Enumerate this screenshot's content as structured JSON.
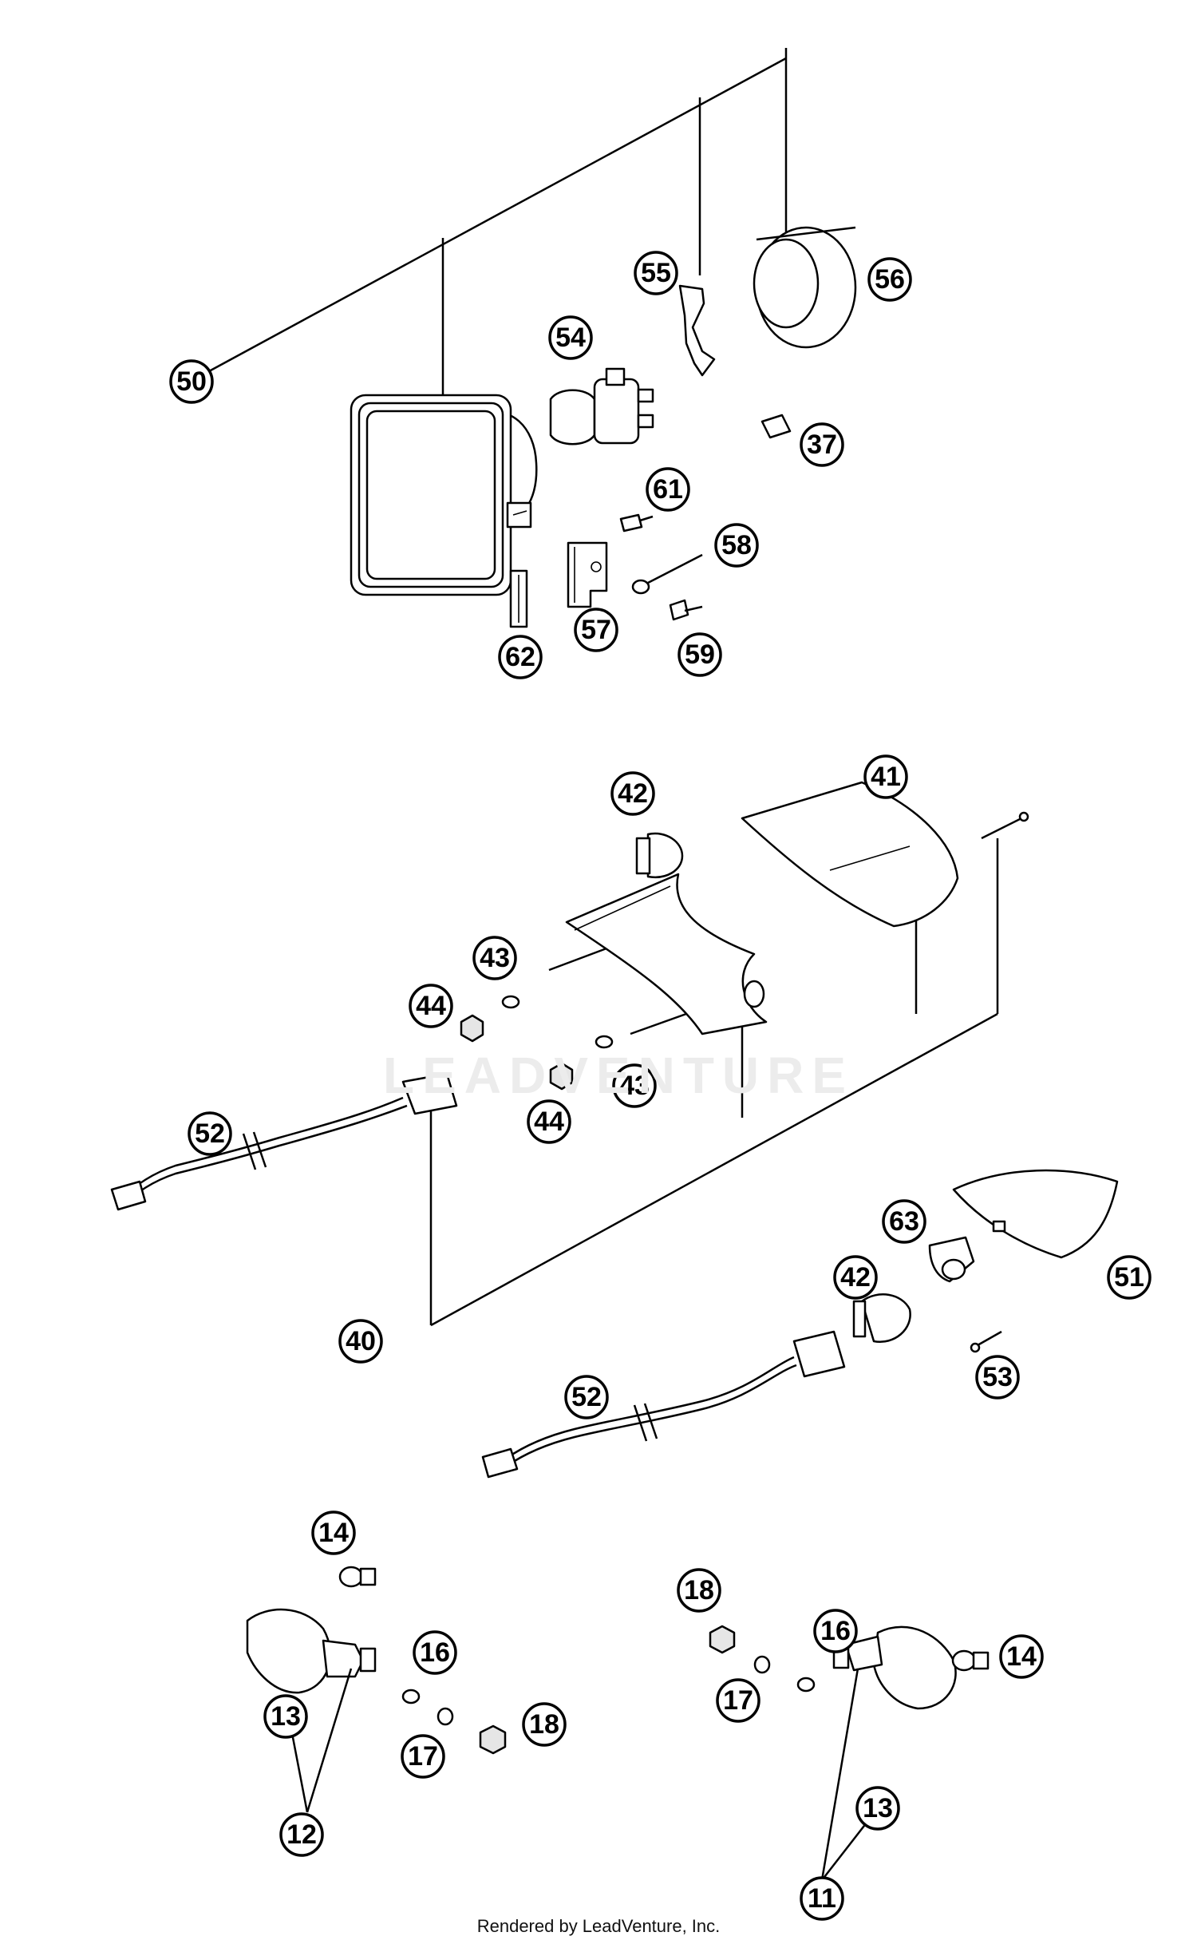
{
  "diagram": {
    "callouts": [
      {
        "id": "c50",
        "text": "50"
      },
      {
        "id": "c55",
        "text": "55"
      },
      {
        "id": "c56",
        "text": "56"
      },
      {
        "id": "c54",
        "text": "54"
      },
      {
        "id": "c37",
        "text": "37"
      },
      {
        "id": "c61",
        "text": "61"
      },
      {
        "id": "c58",
        "text": "58"
      },
      {
        "id": "c57",
        "text": "57"
      },
      {
        "id": "c59",
        "text": "59"
      },
      {
        "id": "c62",
        "text": "62"
      },
      {
        "id": "c42a",
        "text": "42"
      },
      {
        "id": "c41",
        "text": "41"
      },
      {
        "id": "c43a",
        "text": "43"
      },
      {
        "id": "c44a",
        "text": "44"
      },
      {
        "id": "c43b",
        "text": "43"
      },
      {
        "id": "c44b",
        "text": "44"
      },
      {
        "id": "c52a",
        "text": "52"
      },
      {
        "id": "c63",
        "text": "63"
      },
      {
        "id": "c42b",
        "text": "42"
      },
      {
        "id": "c51",
        "text": "51"
      },
      {
        "id": "c40",
        "text": "40"
      },
      {
        "id": "c53",
        "text": "53"
      },
      {
        "id": "c52b",
        "text": "52"
      },
      {
        "id": "c14a",
        "text": "14"
      },
      {
        "id": "c16a",
        "text": "16"
      },
      {
        "id": "c13a",
        "text": "13"
      },
      {
        "id": "c17a",
        "text": "17"
      },
      {
        "id": "c18a",
        "text": "18"
      },
      {
        "id": "c12",
        "text": "12"
      },
      {
        "id": "c18b",
        "text": "18"
      },
      {
        "id": "c16b",
        "text": "16"
      },
      {
        "id": "c14b",
        "text": "14"
      },
      {
        "id": "c17b",
        "text": "17"
      },
      {
        "id": "c13b",
        "text": "13"
      },
      {
        "id": "c11",
        "text": "11"
      }
    ]
  },
  "watermark": "LEADVENTURE",
  "footer": "Rendered by LeadVenture, Inc."
}
